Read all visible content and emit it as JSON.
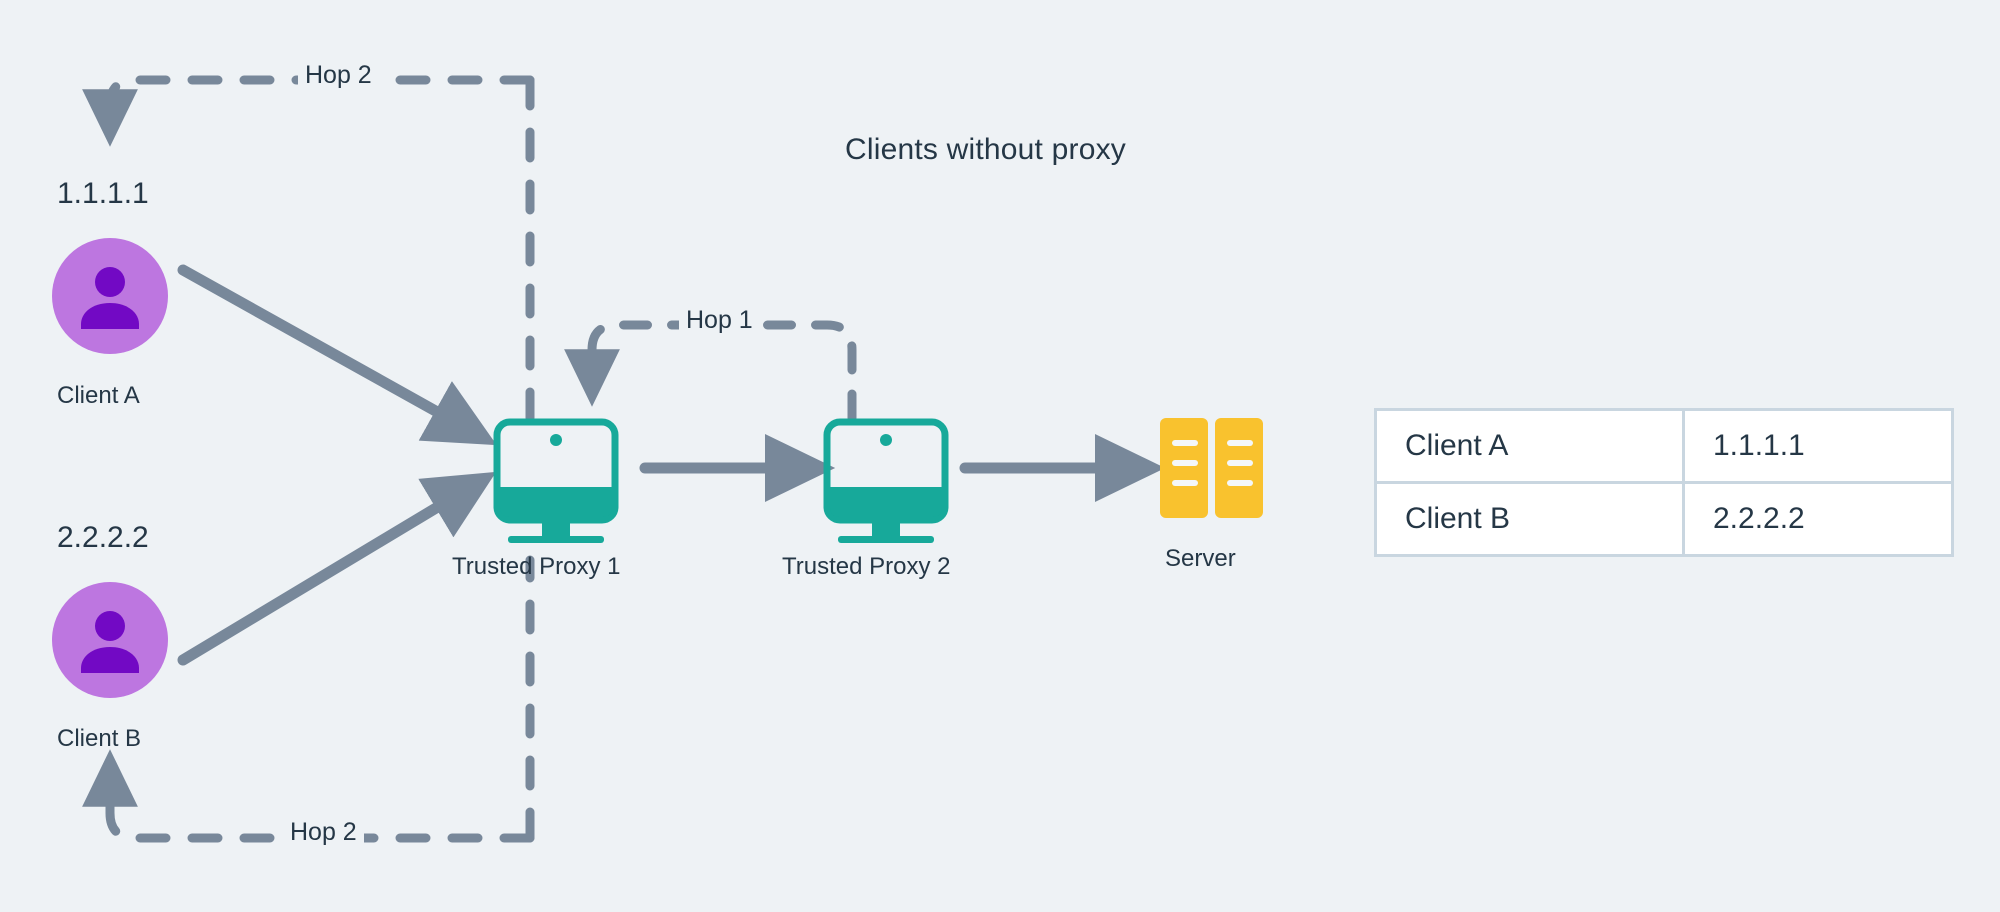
{
  "title": "Clients without proxy",
  "colors": {
    "background": "#eef2f5",
    "arrow": "#78889a",
    "text": "#253746",
    "client_circle": "#bd76e0",
    "client_glyph": "#7209c4",
    "proxy_teal": "#17a99a",
    "server_yellow": "#f9c22e",
    "table_border": "#c9d6e0",
    "table_cell": "#ffffff"
  },
  "clients": [
    {
      "name": "Client A",
      "ip": "1.1.1.1",
      "icon": "person-icon"
    },
    {
      "name": "Client B",
      "ip": "2.2.2.2",
      "icon": "person-icon"
    }
  ],
  "proxies": [
    {
      "name": "Trusted Proxy 1",
      "icon": "monitor-icon"
    },
    {
      "name": "Trusted Proxy 2",
      "icon": "monitor-icon"
    }
  ],
  "server": {
    "name": "Server",
    "icon": "server-icon"
  },
  "hops": {
    "hop1": "Hop 1",
    "hop2_top": "Hop 2",
    "hop2_bottom": "Hop 2"
  },
  "mapping_table": {
    "rows": [
      {
        "client": "Client A",
        "ip": "1.1.1.1"
      },
      {
        "client": "Client B",
        "ip": "2.2.2.2"
      }
    ]
  }
}
